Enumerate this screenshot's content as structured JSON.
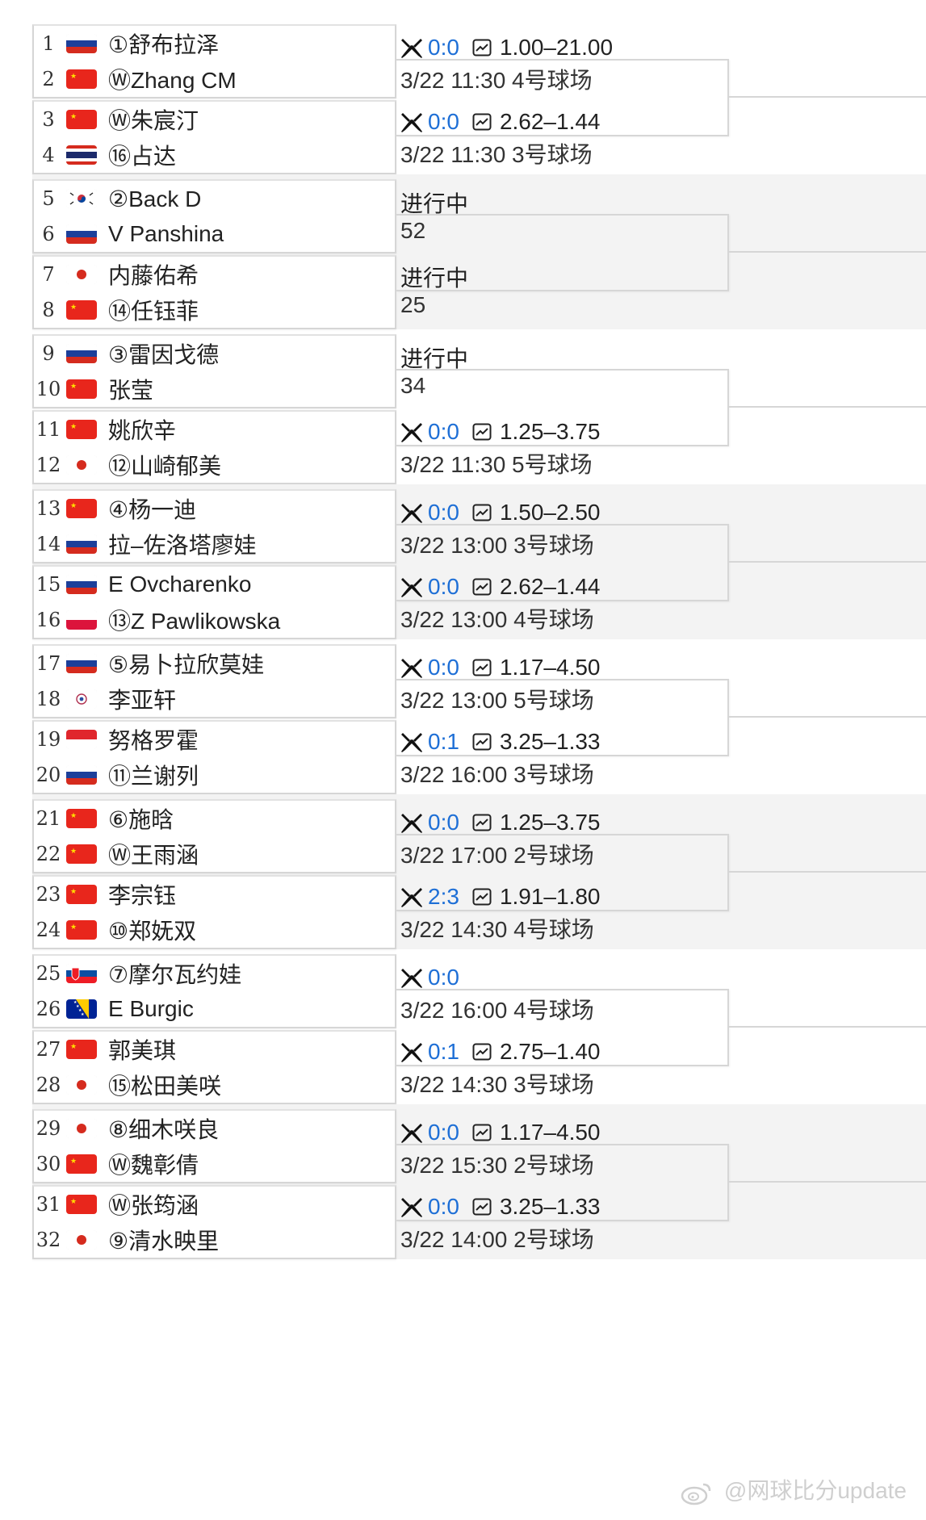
{
  "groups": [
    {
      "players": [
        {
          "seed": "1",
          "name": "①舒布拉泽",
          "flag": "russia"
        },
        {
          "seed": "2",
          "name": "ⓌZhang CM",
          "flag": "china"
        },
        {
          "seed": "3",
          "name": "Ⓦ朱宸汀",
          "flag": "china"
        },
        {
          "seed": "4",
          "name": "⑯占达",
          "flag": "thailand"
        }
      ],
      "matches": [
        {
          "type": "sched",
          "score": "0:0",
          "odds": "1.00–21.00",
          "line2": "3/22 11:30 4号球场"
        },
        {
          "type": "sched",
          "score": "0:0",
          "odds": "2.62–1.44",
          "line2": "3/22 11:30 3号球场"
        }
      ]
    },
    {
      "players": [
        {
          "seed": "5",
          "name": "②Back D",
          "flag": "korea"
        },
        {
          "seed": "6",
          "name": "V Panshina",
          "flag": "russia"
        },
        {
          "seed": "7",
          "name": "内藤佑希",
          "flag": "japan"
        },
        {
          "seed": "8",
          "name": "⑭任钰菲",
          "flag": "china"
        }
      ],
      "matches": [
        {
          "type": "live",
          "status": "进行中",
          "line2": "52"
        },
        {
          "type": "live",
          "status": "进行中",
          "line2": "25"
        }
      ]
    },
    {
      "players": [
        {
          "seed": "9",
          "name": "③雷因戈德",
          "flag": "russia"
        },
        {
          "seed": "10",
          "name": "张莹",
          "flag": "china"
        },
        {
          "seed": "11",
          "name": "姚欣辛",
          "flag": "china"
        },
        {
          "seed": "12",
          "name": "⑫山崎郁美",
          "flag": "japan"
        }
      ],
      "matches": [
        {
          "type": "live",
          "status": "进行中",
          "line2": "34"
        },
        {
          "type": "sched",
          "score": "0:0",
          "odds": "1.25–3.75",
          "line2": "3/22 11:30 5号球场"
        }
      ]
    },
    {
      "players": [
        {
          "seed": "13",
          "name": "④杨一迪",
          "flag": "china"
        },
        {
          "seed": "14",
          "name": "拉–佐洛塔廖娃",
          "flag": "russia"
        },
        {
          "seed": "15",
          "name": "E Ovcharenko",
          "flag": "russia"
        },
        {
          "seed": "16",
          "name": "⑬Z Pawlikowska",
          "flag": "poland"
        }
      ],
      "matches": [
        {
          "type": "sched",
          "score": "0:0",
          "odds": "1.50–2.50",
          "line2": "3/22 13:00 3号球场"
        },
        {
          "type": "sched",
          "score": "0:0",
          "odds": "2.62–1.44",
          "line2": "3/22 13:00 4号球场"
        }
      ]
    },
    {
      "players": [
        {
          "seed": "17",
          "name": "⑤易卜拉欣莫娃",
          "flag": "russia"
        },
        {
          "seed": "18",
          "name": "李亚轩",
          "flag": "taipei"
        },
        {
          "seed": "19",
          "name": "努格罗霍",
          "flag": "indonesia"
        },
        {
          "seed": "20",
          "name": "⑪兰谢列",
          "flag": "russia"
        }
      ],
      "matches": [
        {
          "type": "sched",
          "score": "0:0",
          "odds": "1.17–4.50",
          "line2": "3/22 13:00 5号球场"
        },
        {
          "type": "sched",
          "score": "0:1",
          "odds": "3.25–1.33",
          "line2": "3/22 16:00 3号球场"
        }
      ]
    },
    {
      "players": [
        {
          "seed": "21",
          "name": "⑥施晗",
          "flag": "china"
        },
        {
          "seed": "22",
          "name": "Ⓦ王雨涵",
          "flag": "china"
        },
        {
          "seed": "23",
          "name": "李宗钰",
          "flag": "china"
        },
        {
          "seed": "24",
          "name": "⑩郑妩双",
          "flag": "china"
        }
      ],
      "matches": [
        {
          "type": "sched",
          "score": "0:0",
          "odds": "1.25–3.75",
          "line2": "3/22 17:00 2号球场"
        },
        {
          "type": "sched",
          "score": "2:3",
          "odds": "1.91–1.80",
          "line2": "3/22 14:30 4号球场"
        }
      ]
    },
    {
      "players": [
        {
          "seed": "25",
          "name": "⑦摩尔瓦约娃",
          "flag": "slovakia"
        },
        {
          "seed": "26",
          "name": "E Burgic",
          "flag": "bosnia"
        },
        {
          "seed": "27",
          "name": "郭美琪",
          "flag": "china"
        },
        {
          "seed": "28",
          "name": "⑮松田美咲",
          "flag": "japan"
        }
      ],
      "matches": [
        {
          "type": "sched",
          "score": "0:0",
          "odds": "",
          "line2": "3/22 16:00 4号球场"
        },
        {
          "type": "sched",
          "score": "0:1",
          "odds": "2.75–1.40",
          "line2": "3/22 14:30 3号球场"
        }
      ]
    },
    {
      "players": [
        {
          "seed": "29",
          "name": "⑧细木咲良",
          "flag": "japan"
        },
        {
          "seed": "30",
          "name": "Ⓦ魏彰倩",
          "flag": "china"
        },
        {
          "seed": "31",
          "name": "Ⓦ张筠涵",
          "flag": "china"
        },
        {
          "seed": "32",
          "name": "⑨清水映里",
          "flag": "japan"
        }
      ],
      "matches": [
        {
          "type": "sched",
          "score": "0:0",
          "odds": "1.17–4.50",
          "line2": "3/22 15:30 2号球场"
        },
        {
          "type": "sched",
          "score": "0:0",
          "odds": "3.25–1.33",
          "line2": "3/22 14:00 2号球场"
        }
      ]
    }
  ],
  "watermark": "@网球比分update",
  "icons": {
    "match_icon": "crossed-rackets-icon",
    "odds_icon": "trend-chart-icon",
    "watermark_icon": "weibo-icon"
  },
  "colors": {
    "score": "#1e6fd6",
    "border": "#d6d6d6",
    "band": "#f3f3f3"
  }
}
